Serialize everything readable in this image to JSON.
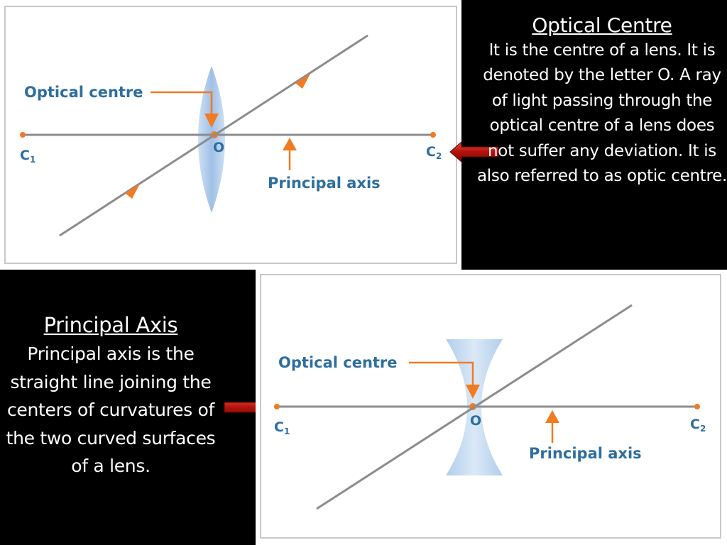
{
  "top_section": {
    "heading": "Optical Centre",
    "body": "It is the centre of a lens. It is denoted by the letter O. A ray of light passing through the optical centre of a lens does not suffer any deviation. It is also referred to as optic centre."
  },
  "bottom_section": {
    "heading": "Principal Axis",
    "body": "Principal axis is the straight line joining the centers of curvatures of the two curved surfaces of a lens."
  },
  "diagram_convex": {
    "optical_centre_label": "Optical centre",
    "principal_axis_label": "Principal axis",
    "point_o": "O",
    "point_c1": "C",
    "point_c1_sub": "1",
    "point_c2": "C",
    "point_c2_sub": "2"
  },
  "diagram_concave": {
    "optical_centre_label": "Optical centre",
    "principal_axis_label": "Principal axis",
    "point_o": "O",
    "point_c1": "C",
    "point_c1_sub": "1",
    "point_c2": "C",
    "point_c2_sub": "2"
  },
  "colors": {
    "background": "#000000",
    "text": "#ffffff",
    "label_blue": "#2e6e9e",
    "arrow_orange": "#f07b22",
    "pointer_red": "#c0150f",
    "lens_blue": "#a9c8ea",
    "axis_gray": "#8c8c8c"
  }
}
